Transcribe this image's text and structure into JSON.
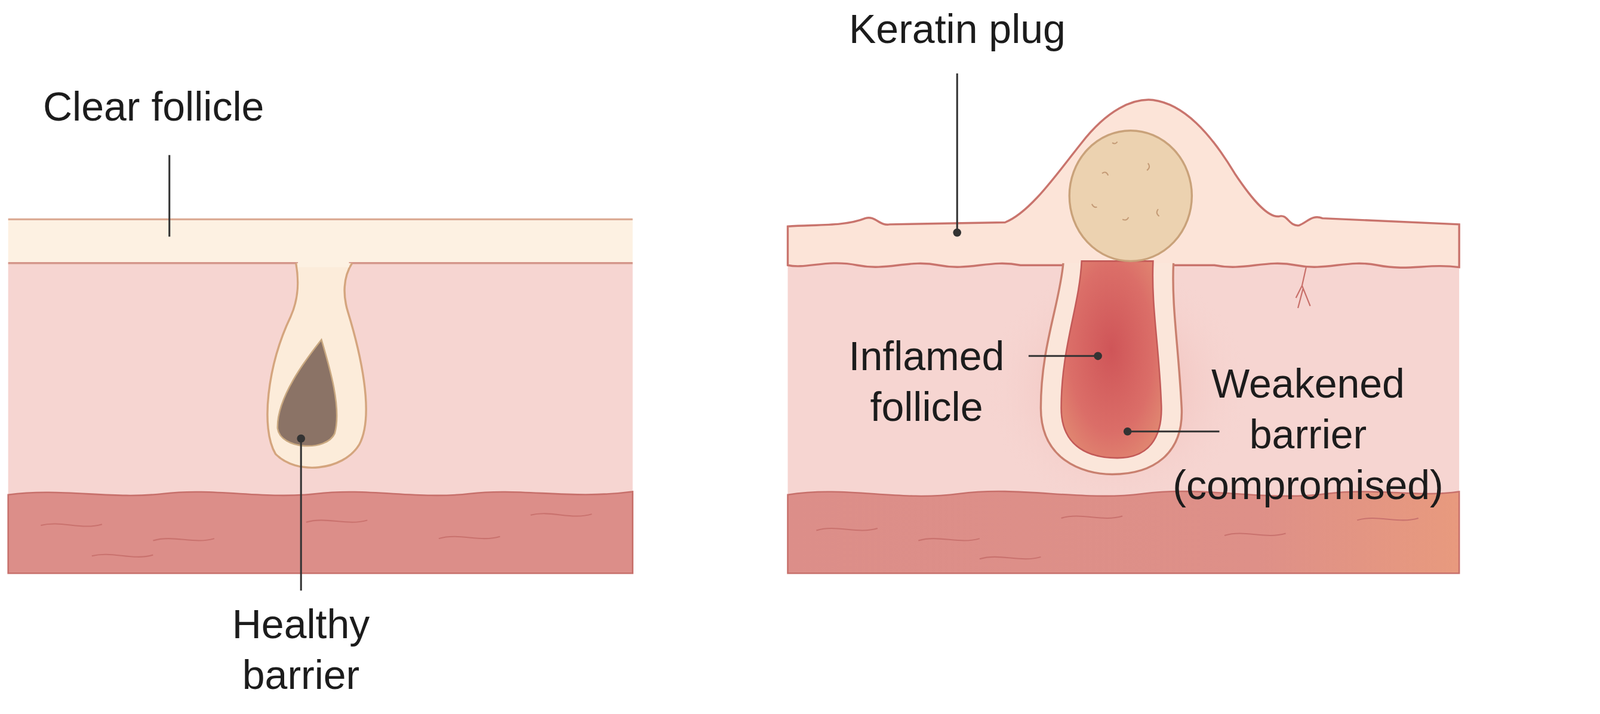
{
  "diagram": {
    "labels": [
      "Clear follicle",
      "Healthy barrier",
      "Keratin plug",
      "Inflamed follicle",
      "Weakened barrier (compromised)"
    ]
  }
}
